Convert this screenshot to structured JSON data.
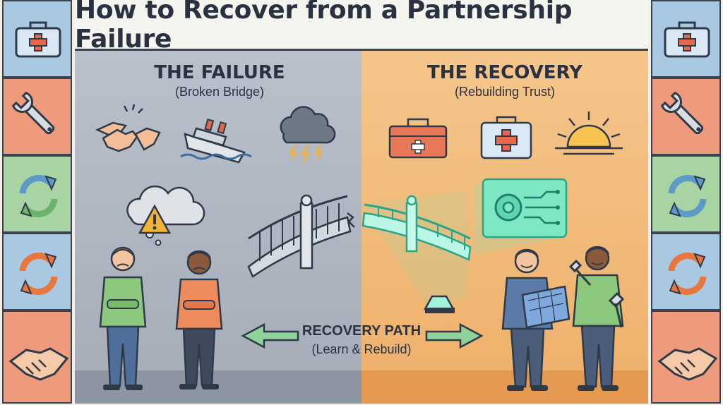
{
  "title": "How to Recover from a Partnership Failure",
  "failure": {
    "heading": "THE FAILURE",
    "subheading": "(Broken Bridge)"
  },
  "recovery": {
    "heading": "THE RECOVERY",
    "subheading": "(Rebuilding Trust)"
  },
  "path": {
    "heading": "RECOVERY PATH",
    "subheading": "(Learn & Rebuild)"
  },
  "colors": {
    "failure_bg": "#b3bac6",
    "recovery_bg": "#f2bb7c",
    "hologram": "#5ff0c8",
    "tile_blue": "#a9c8e2",
    "tile_red": "#ee9a7d",
    "tile_green": "#a8d3a2"
  },
  "side_icons": [
    "first-aid-kit-icon",
    "wrench-icon",
    "refresh-arrows-icon",
    "refresh-arrows-icon",
    "handshake-icon"
  ]
}
